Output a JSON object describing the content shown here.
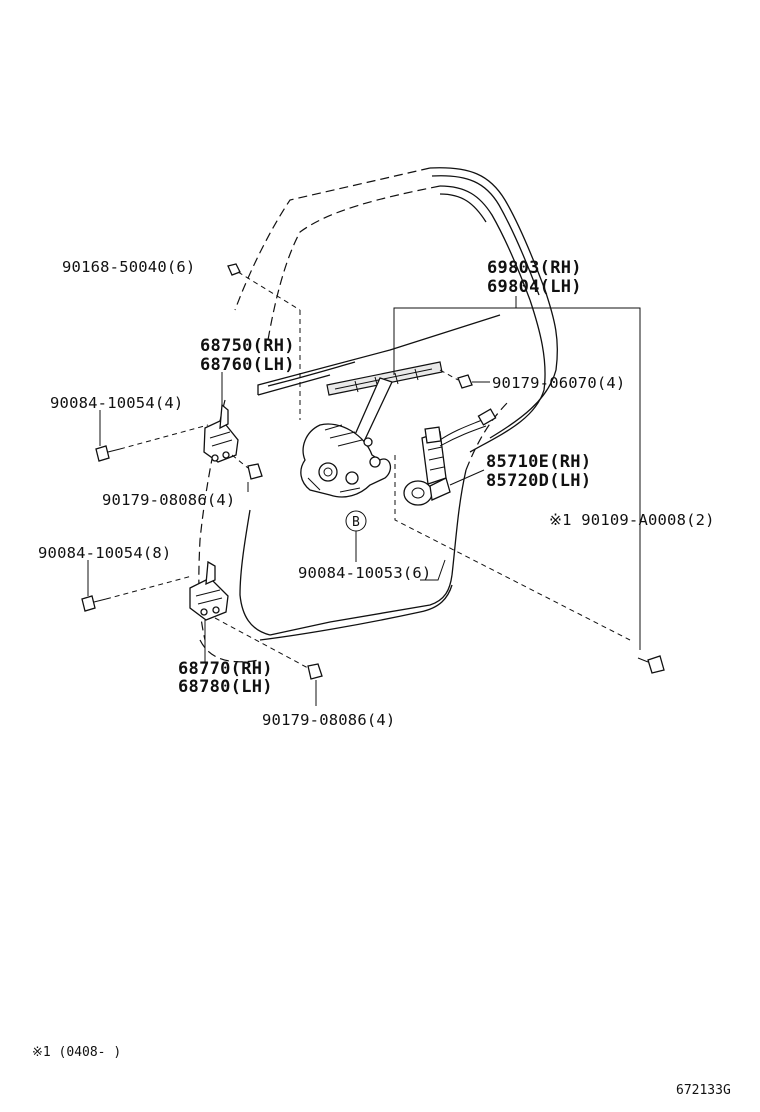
{
  "labels": {
    "p90168": "90168-50040(6)",
    "p69803": "69803(RH)",
    "p69804": "69804(LH)",
    "p68750": "68750(RH)",
    "p68760": "68760(LH)",
    "p90179_06070": "90179-06070(4)",
    "p90084_10054_4": "90084-10054(4)",
    "p85710": "85710E(RH)",
    "p85720": "85720D(LH)",
    "p90179_08086_a": "90179-08086(4)",
    "p90109": "※1 90109-A0008(2)",
    "p90084_10054_8": "90084-10054(8)",
    "p90084_10053": "90084-10053(6)",
    "bullet_b": "B",
    "p68770": "68770(RH)",
    "p68780": "68780(LH)",
    "p90179_08086_b": "90179-08086(4)"
  },
  "footnote": "※1 (0408-      )",
  "figure_code": "672133G"
}
